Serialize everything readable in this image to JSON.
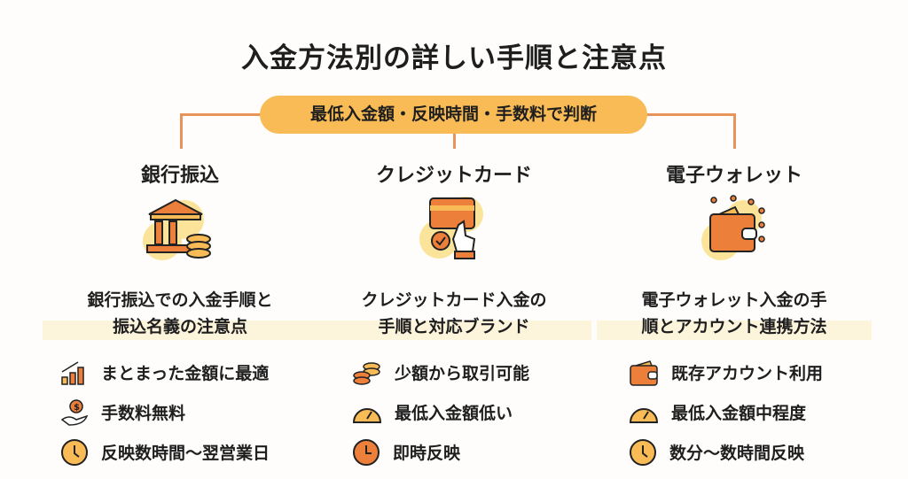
{
  "title": "入金方法別の詳しい手順と注意点",
  "criteria": "最低入金額・反映時間・手数料で判断",
  "columns": [
    {
      "heading": "銀行振込",
      "icon": "bank-icon",
      "sub1": "銀行振込での入金手順と",
      "sub2": "振込名義の注意点",
      "bullets": [
        {
          "icon": "bar-chart-icon",
          "text": "まとまった金額に最適"
        },
        {
          "icon": "coin-hand-icon",
          "text": "手数料無料"
        },
        {
          "icon": "clock-icon",
          "text": "反映数時間〜翌営業日"
        }
      ]
    },
    {
      "heading": "クレジットカード",
      "icon": "credit-card-icon",
      "sub1": "クレジットカード入金の",
      "sub2": "手順と対応ブランド",
      "bullets": [
        {
          "icon": "coins-icon",
          "text": "少額から取引可能"
        },
        {
          "icon": "gauge-icon",
          "text": "最低入金額低い"
        },
        {
          "icon": "clock-icon",
          "text": "即時反映"
        }
      ]
    },
    {
      "heading": "電子ウォレット",
      "icon": "wallet-icon",
      "sub1": "電子ウォレット入金の手",
      "sub2": "順とアカウント連携方法",
      "bullets": [
        {
          "icon": "wallet-icon",
          "text": "既存アカウント利用"
        },
        {
          "icon": "gauge-icon",
          "text": "最低入金額中程度"
        },
        {
          "icon": "clock-icon",
          "text": "数分〜数時間反映"
        }
      ]
    }
  ],
  "colors": {
    "orange": "#ec7f3a",
    "yellow": "#f8bb55",
    "pale": "#fbe49a"
  }
}
